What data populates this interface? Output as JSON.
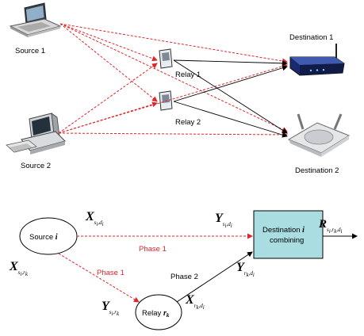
{
  "top": {
    "source1": "Source 1",
    "source2": "Source 2",
    "relay1": "Relay 1",
    "relay2": "Relay 2",
    "dest1": "Destination 1",
    "dest2": "Destination 2"
  },
  "bottom": {
    "source_label": "Source",
    "source_i": "i",
    "relay_label": "Relay",
    "relay_r": "r",
    "relay_k": "k",
    "dest_line1": "Destination",
    "dest_i": "i",
    "dest_line2": "combining",
    "phase1_top": "Phase 1",
    "phase1_left": "Phase 1",
    "phase2": "Phase 2",
    "x_sd": {
      "main": "X",
      "sub": "s",
      "subsub": "i",
      "sub2": ",d",
      "subsub2": "i"
    },
    "x_sr": {
      "main": "X",
      "sub": "s",
      "subsub": "i",
      "sub2": ",r",
      "subsub2": "k"
    },
    "y_sd": {
      "main": "Y",
      "sub": "s",
      "subsub": "i",
      "sub2": ",d",
      "subsub2": "i"
    },
    "y_rd": {
      "main": "Y",
      "sub": "r",
      "subsub": "k",
      "sub2": ",d",
      "subsub2": "i"
    },
    "y_sr": {
      "main": "Y",
      "sub": "s",
      "subsub": "i",
      "sub2": ",r",
      "subsub2": "k"
    },
    "x_rd": {
      "main": "X",
      "sub": "r",
      "subsub": "k",
      "sub2": ",d",
      "subsub2": "i"
    },
    "r_out": {
      "main": "R",
      "sub": "s",
      "subsub": "i",
      "sub2": ",r",
      "subsub2": "k",
      "sub3": ",d",
      "subsub3": "i"
    }
  },
  "colors": {
    "red": "#e0262b",
    "dest_box": "#a9dde2"
  }
}
